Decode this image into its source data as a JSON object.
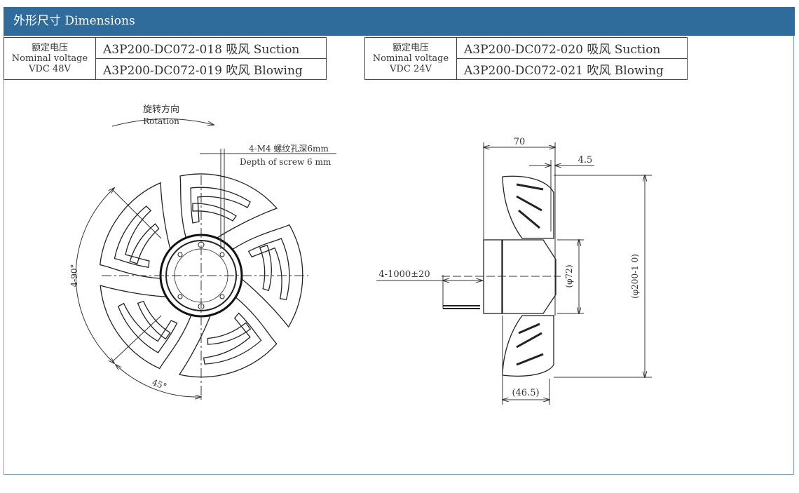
{
  "header": {
    "title": "外形尺寸 Dimensions"
  },
  "tables": [
    {
      "label_cn": "额定电压",
      "label_en": "Nominal voltage",
      "voltage": "VDC 48V",
      "rows": [
        "A3P200-DC072-018 吸风 Suction",
        "A3P200-DC072-019 吹风 Blowing"
      ]
    },
    {
      "label_cn": "额定电压",
      "label_en": "Nominal voltage",
      "voltage": "VDC 24V",
      "rows": [
        "A3P200-DC072-020 吸风 Suction",
        "A3P200-DC072-021 吹风 Blowing"
      ]
    }
  ],
  "front_view": {
    "rotation_cn": "旋转方向",
    "rotation_en": "Rotation",
    "screw_cn": "4-M4 螺纹孔深6mm",
    "screw_en": "Depth of screw 6 mm",
    "angle_4x90": "4-90°",
    "angle_45": "45°"
  },
  "side_view": {
    "dim_70": "70",
    "dim_4_5": "4.5",
    "dim_cable": "4-1000±20",
    "dim_72": "(φ72)",
    "dim_200": "(φ200-1 0)",
    "dim_46_5": "(46.5)"
  }
}
